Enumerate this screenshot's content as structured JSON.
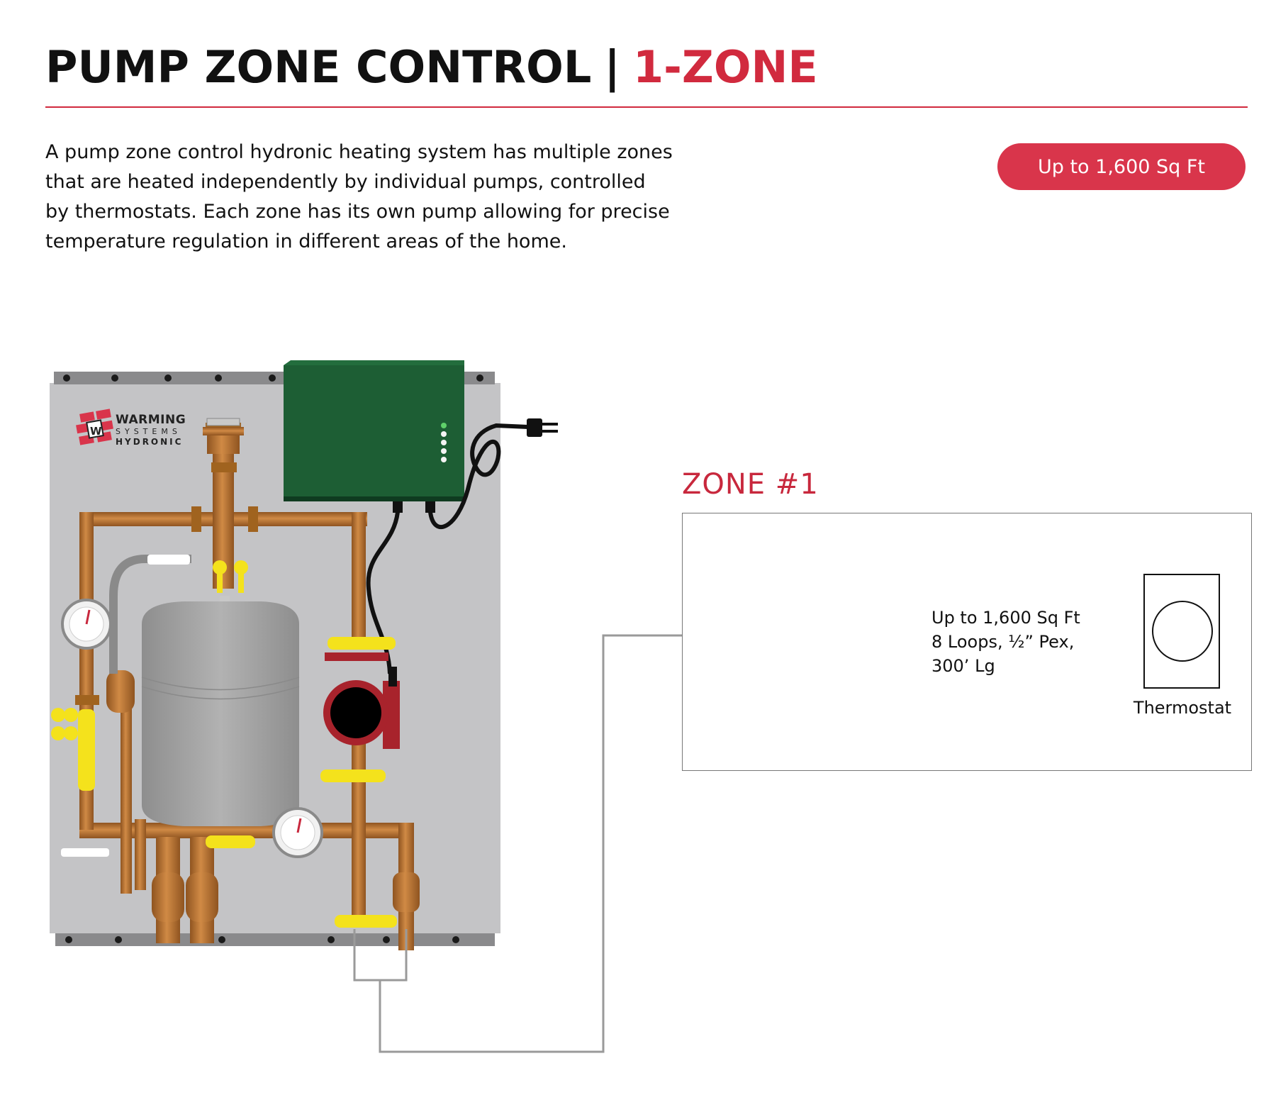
{
  "header": {
    "title_main": "PUMP ZONE CONTROL",
    "title_sep": "|",
    "title_accent": "1-ZONE"
  },
  "description": {
    "lines": [
      "A pump zone control hydronic heating system has multiple zones",
      "that are heated independently by individual pumps, controlled",
      "by thermostats. Each zone has its own pump allowing for precise",
      "temperature regulation in different areas of the home."
    ]
  },
  "badge": {
    "label": "Up to 1,600 Sq Ft"
  },
  "panel": {
    "logo": {
      "line1": "WARMING",
      "line2": "SYSTEMS",
      "line3": "HYDRONIC",
      "mark": "W"
    }
  },
  "zone": {
    "title": "ZONE #1",
    "spec_lines": [
      "Up to 1,600 Sq Ft",
      "8 Loops, ½” Pex,",
      "300’ Lg"
    ],
    "thermostat_label": "Thermostat"
  },
  "colors": {
    "accent": "#d12a3e",
    "badge": "#d9354b",
    "copper": "#b8732f",
    "brass": "#c48a3a",
    "panel": "#c4c4c6",
    "control_box": "#1d5e34",
    "valve_yellow": "#f4e21c",
    "pump_red": "#a8232c",
    "tank": "#a3a3a3",
    "connector_line": "#9a9a9a"
  }
}
